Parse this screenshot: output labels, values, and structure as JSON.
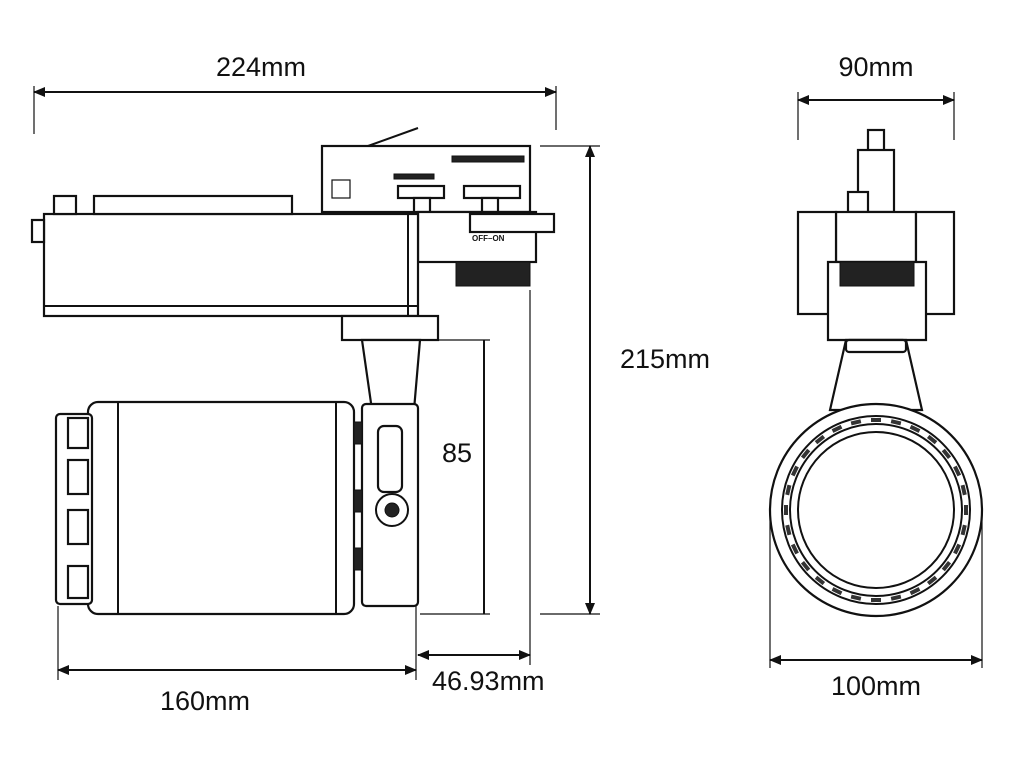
{
  "dimensions": {
    "overall_length": "224mm",
    "side_width": "90mm",
    "overall_height": "215mm",
    "arm_height": "85",
    "head_length": "160mm",
    "offset": "46.93mm",
    "head_diameter": "100mm"
  },
  "switch_label": "OFF–ON"
}
